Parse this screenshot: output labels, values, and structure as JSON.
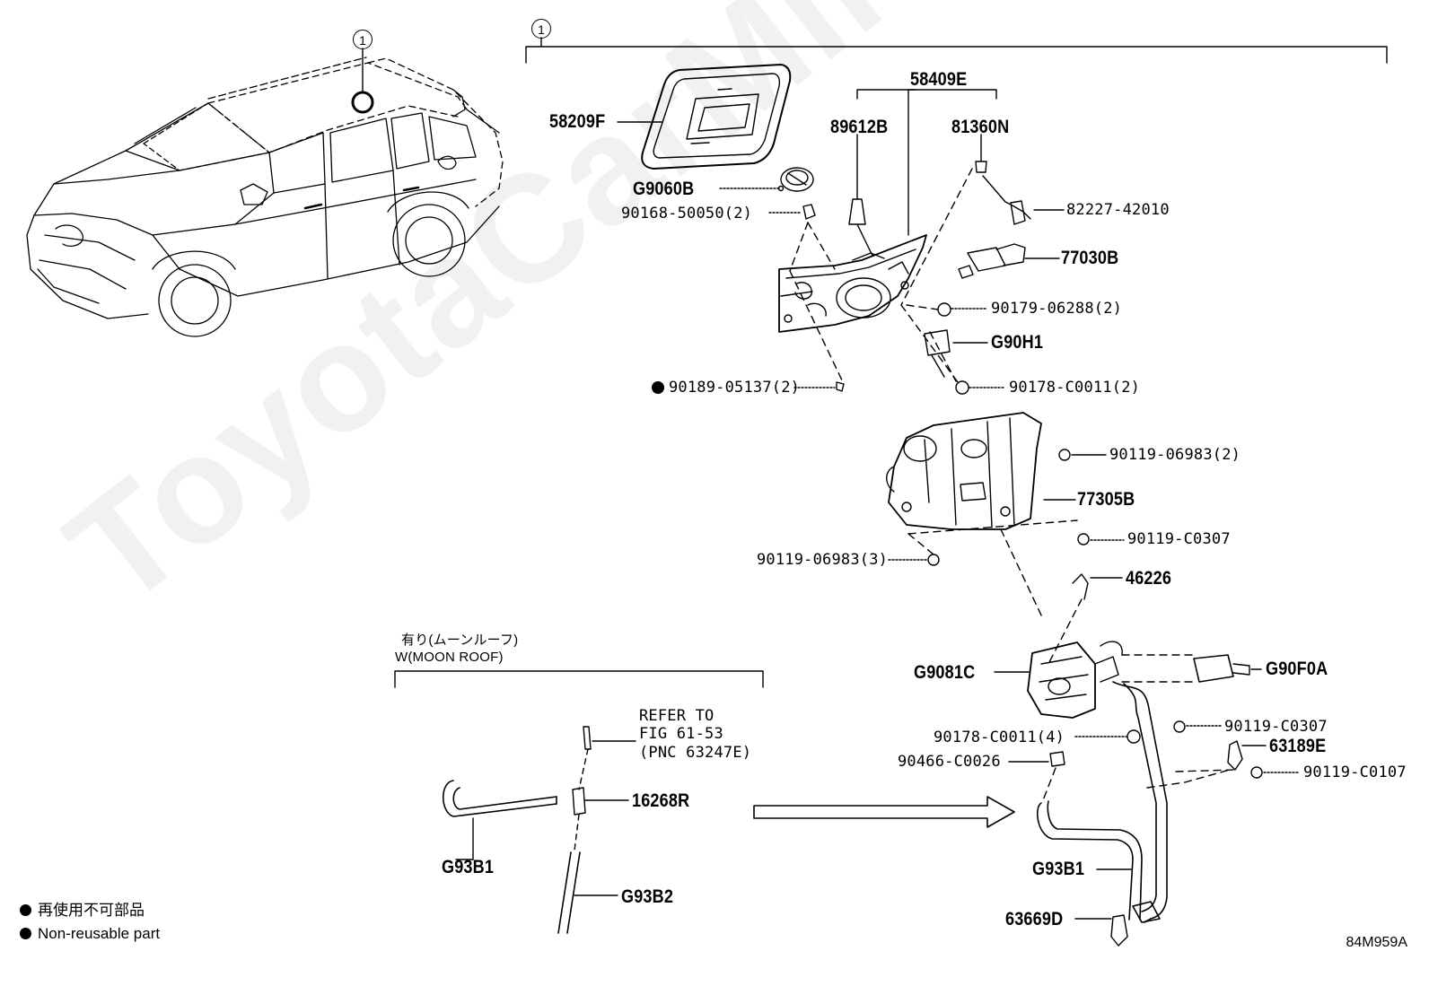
{
  "watermark": "ToyotaCarMine.ru",
  "callouts": {
    "car_marker": "1",
    "group_marker": "1"
  },
  "labels": {
    "p58409E": "58409E",
    "p58209F": "58209F",
    "p89612B": "89612B",
    "p81360N": "81360N",
    "pG9060B": "G9060B",
    "p82227": "82227-42010",
    "p90168": "90168-50050(2)",
    "p77030B": "77030B",
    "p90179": "90179-06288(2)",
    "pG90H1": "G90H1",
    "p90189": "90189-05137(2)",
    "p90178a": "90178-C0011(2)",
    "p90119a": "90119-06983(2)",
    "p77305B": "77305B",
    "p90119b": "90119-C0307",
    "p90119c": "90119-06983(3)",
    "p46226": "46226",
    "pG9081C": "G9081C",
    "pG90F0A": "G90F0A",
    "p90119d": "90119-C0307",
    "p90178b": "90178-C0011(4)",
    "p63189E": "63189E",
    "p90466": "90466-C0026",
    "p90119e": "90119-C0107",
    "pG93B1r": "G93B1",
    "p63669D": "63669D",
    "p16268R": "16268R",
    "pG93B1l": "G93B1",
    "pG93B2": "G93B2"
  },
  "moonroof": {
    "jp": "有り(ムーンルーフ)",
    "en": "W(MOON ROOF)"
  },
  "refer": {
    "line1": "REFER TO",
    "line2": "FIG 61-53",
    "line3": "(PNC 63247E)"
  },
  "legend": {
    "jp": "再使用不可部品",
    "en": "Non-reusable part"
  },
  "figure_code": "84M959A"
}
